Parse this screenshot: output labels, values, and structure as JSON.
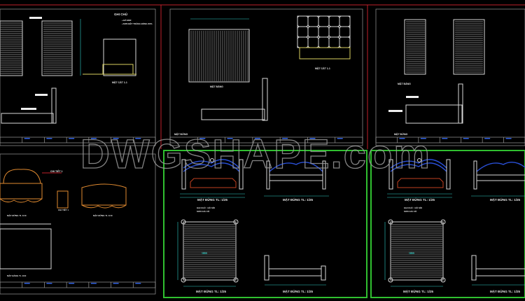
{
  "watermark": "DWGSHAPE.com",
  "colors": {
    "background": "#000000",
    "sheet_border_red": "#c0202a",
    "sheet_border_green": "#30c030",
    "dimension": "#2fd0c8",
    "headboard": "#2a50d8",
    "carving": "#e08a30"
  },
  "sheet1": {
    "note_title": "GHI CHÚ",
    "notes": [
      "+GỖ MDF",
      "+SƠN BỆT TRẮNG BÓNG 80%"
    ],
    "section_label": "MẶT CẮT 1-1"
  },
  "sheet2": {
    "plan_label": "MẶT BẰNG",
    "section_label": "MẶT CẮT 1-1",
    "elevation_label": "MẶT ĐỨNG"
  },
  "sheet3": {
    "plan_label": "MẶT BẰNG",
    "elevation_label": "MẶT ĐỨNG"
  },
  "sheet4": {
    "detail_label": "CHI TIẾT 1",
    "detail_caption": "CHI TIẾT 1",
    "elev1_label": "MẶT ĐỨNG TL 1/10",
    "elev2_label": "MẶT ĐỨNG TL 1/10",
    "plan_label": "MẶT BẰNG TL 1/10"
  },
  "sheet5": {
    "elev1_label": "MẶT ĐỨNG  TL: 1/25",
    "elev2_label": "MẶT ĐỨNG  TL: 1/25",
    "note_lines": [
      "GHI CHÚ : GỖ SỒI",
      "SƠN GIẢ CỔ"
    ],
    "plan_label": "MẶT ĐỨNG  TL: 1/25",
    "side_label": "MẶT ĐỨNG  TL: 1/25",
    "plan_dim": "1800"
  },
  "sheet6": {
    "elev1_label": "MẶT ĐỨNG  TL: 1/25",
    "elev2_label": "MẶT ĐỨNG  TL: 1/25",
    "note_lines": [
      "GHI CHÚ : GỖ SỒI",
      "SƠN GIẢ CỔ"
    ],
    "plan_label": "MẶT ĐỨNG  TL: 1/25",
    "side_label": "MẶT ĐỨNG  TL: 1/25",
    "plan_dim": "1800"
  }
}
